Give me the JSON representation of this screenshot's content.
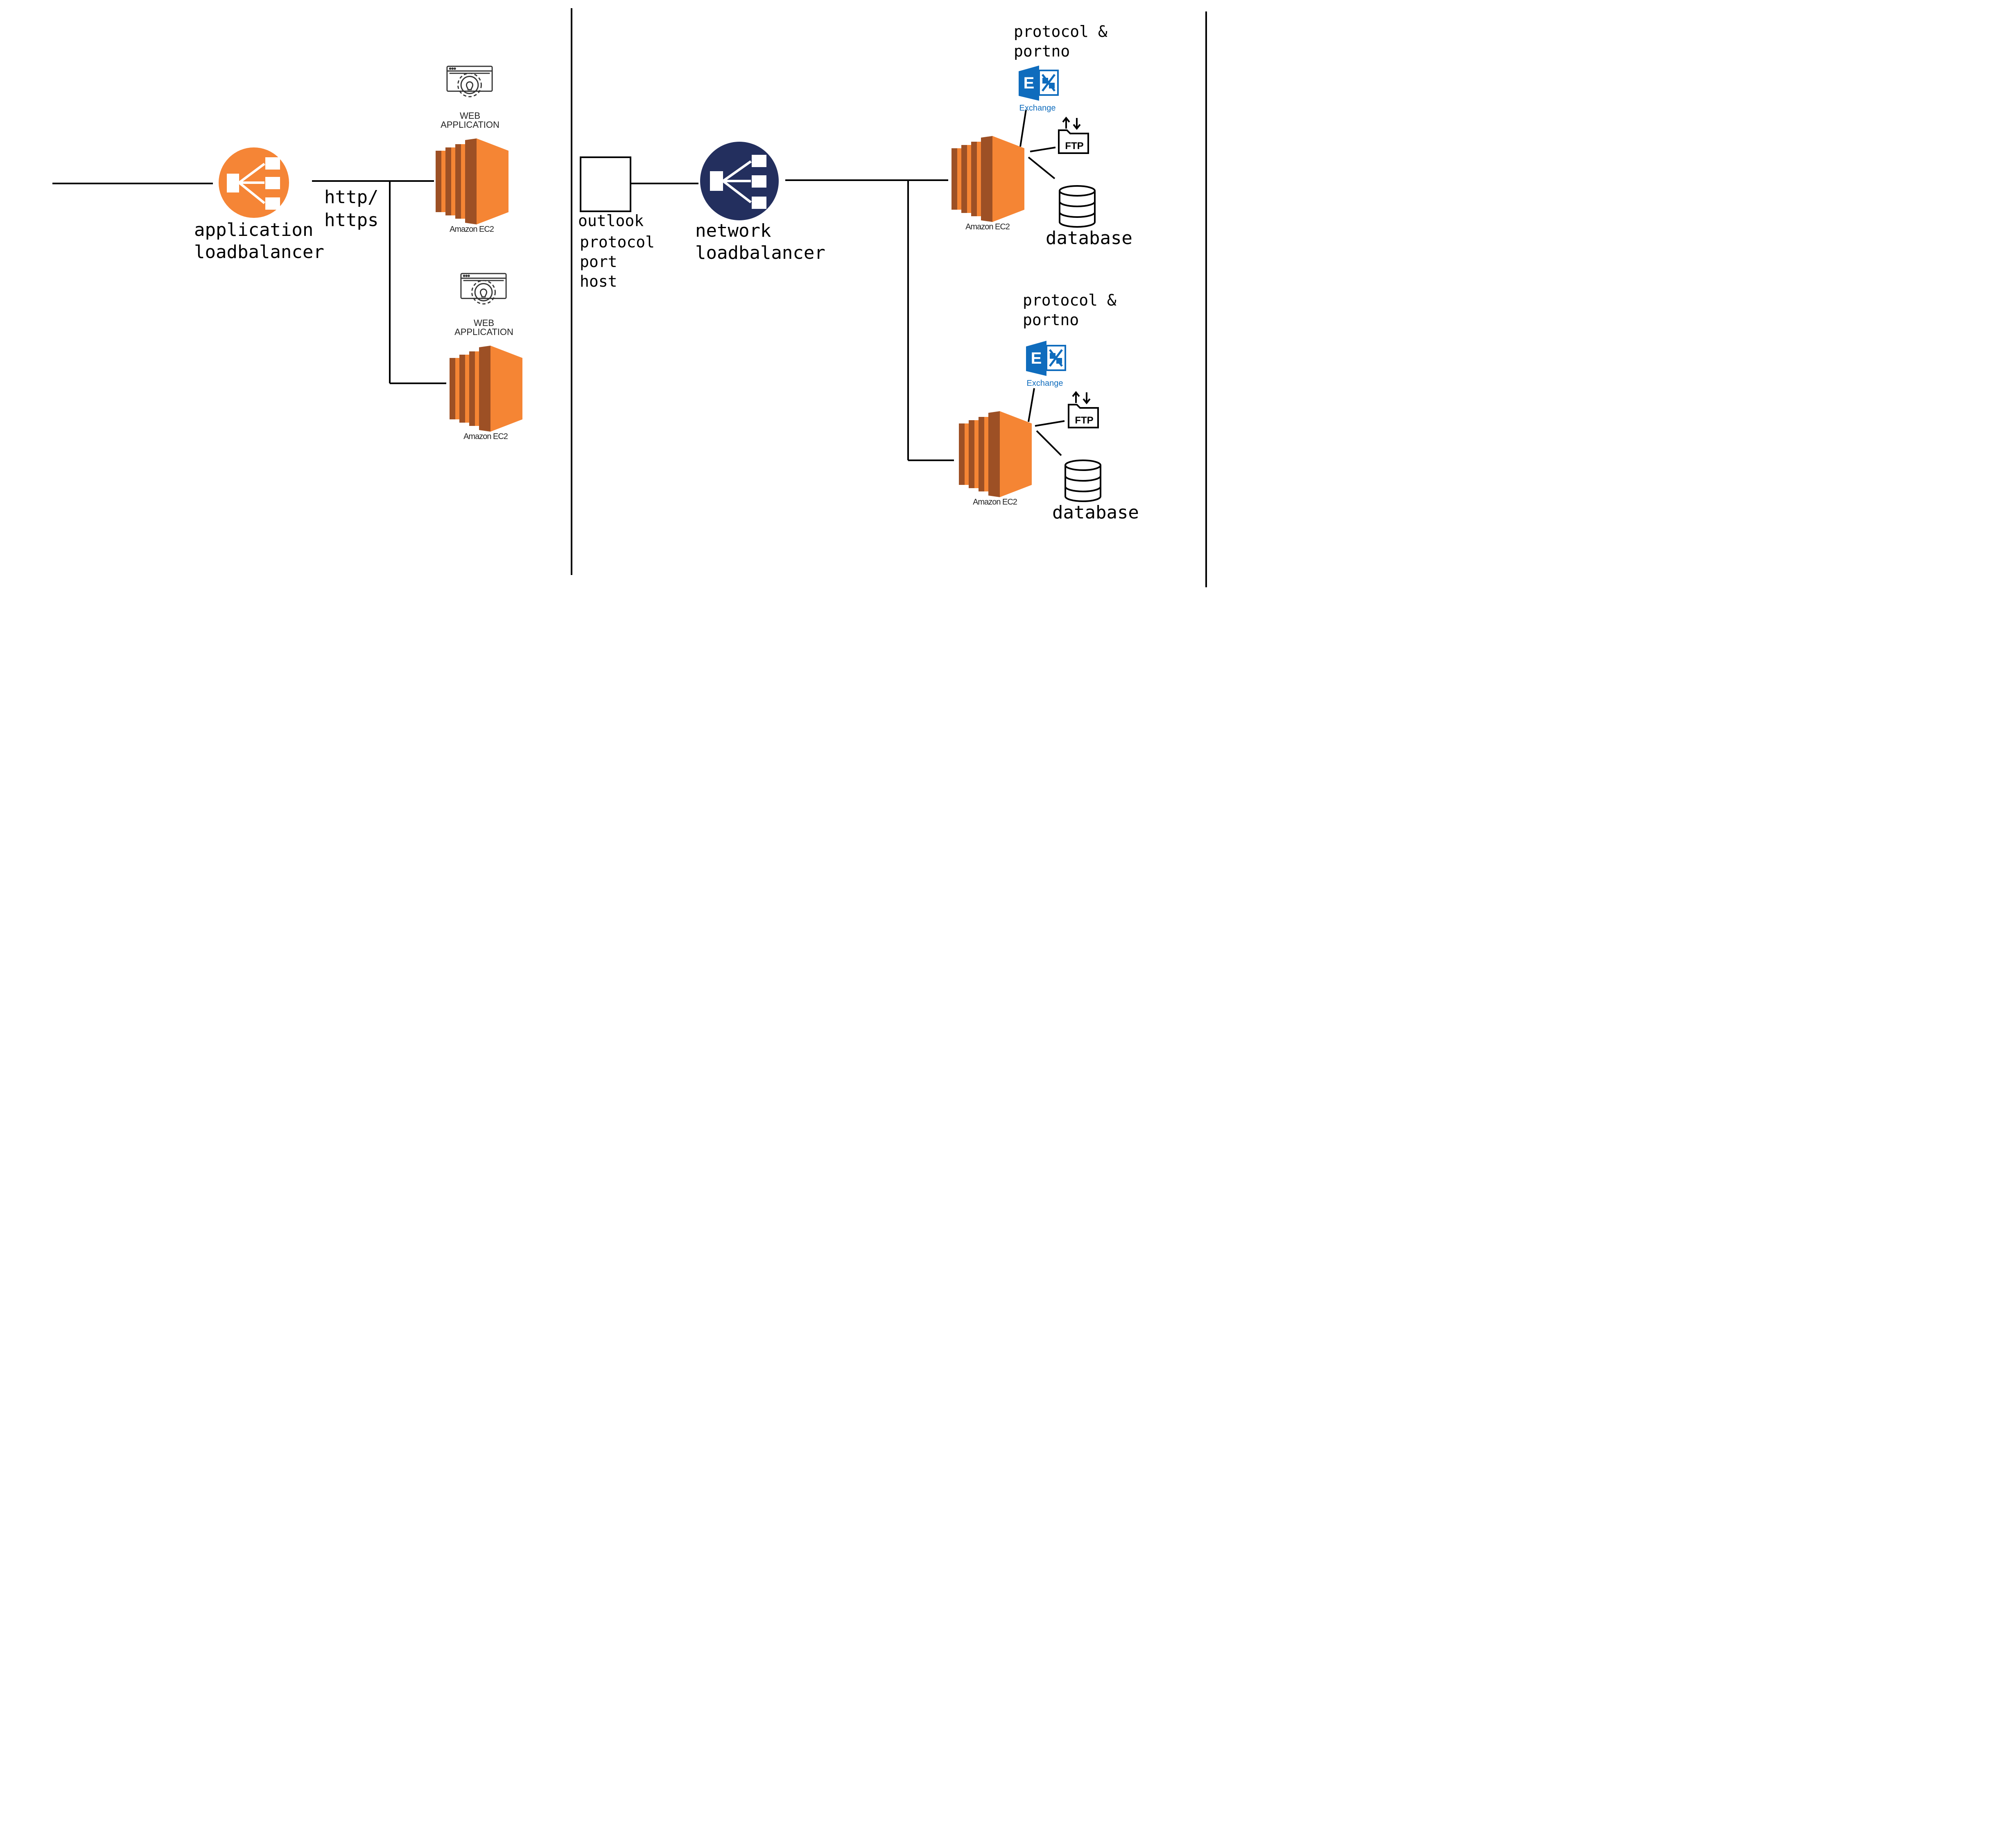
{
  "labels": {
    "application_lb": [
      "application",
      "loadbalancer"
    ],
    "http_https": [
      "http/",
      "https"
    ],
    "web_application": [
      "WEB",
      "APPLICATION"
    ],
    "amazon_ec2": "Amazon EC2",
    "outlook": "outlook",
    "client_details": [
      "protocol",
      "port",
      "host"
    ],
    "network_lb": [
      "network",
      "loadbalancer"
    ],
    "protocol_portno": [
      "protocol &",
      "portno"
    ],
    "exchange": "Exchange",
    "ftp": "FTP",
    "database": "database"
  },
  "colors": {
    "alb_orange": "#F58536",
    "ec2_orange": "#F58534",
    "ec2_dark": "#9D5025",
    "nlb_navy": "#232F5E",
    "exchange_blue": "#0F6CBD",
    "line": "#000000"
  },
  "icons": [
    "application-load-balancer-icon",
    "ec2-instance-icon",
    "web-application-icon",
    "network-load-balancer-icon",
    "exchange-icon",
    "ftp-icon",
    "database-icon"
  ]
}
